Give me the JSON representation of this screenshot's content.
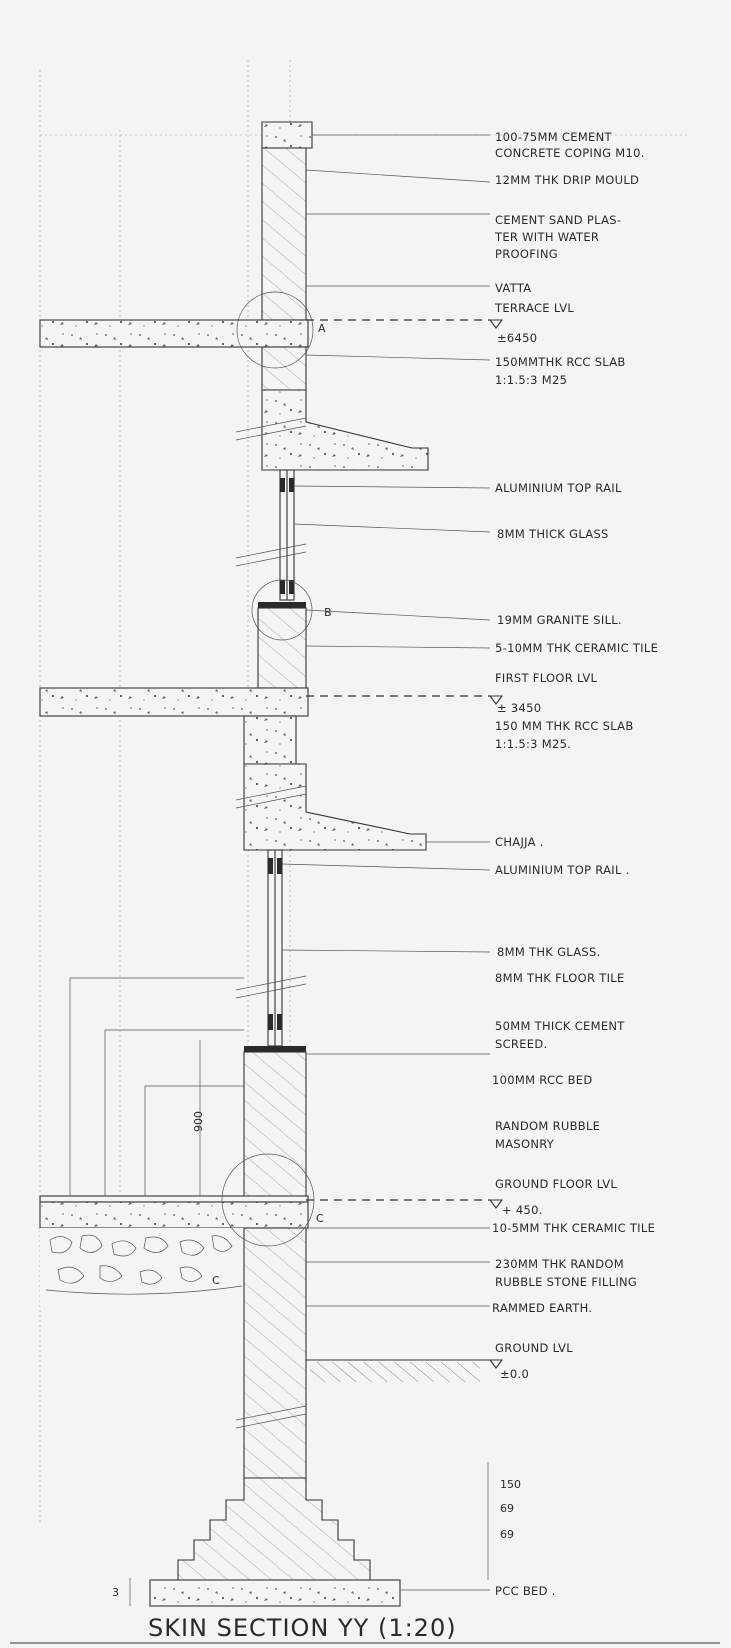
{
  "title": "SKIN SECTION YY (1:20)",
  "labels": [
    "100-75MM CEMENT",
    "CONCRETE COPING M10.",
    "12MM THK DRIP MOULD",
    "CEMENT SAND PLAS-",
    "TER WITH WATER",
    "PROOFING",
    "VATTA",
    "TERRACE LVL",
    "±6450",
    "150MMTHK RCC SLAB",
    "1:1.5:3 M25",
    "ALUMINIUM TOP RAIL",
    "8MM THICK GLASS",
    "19MM GRANITE SILL.",
    "5-10MM THK CERAMIC TILE",
    "FIRST FLOOR LVL",
    "± 3450",
    "150 MM THK RCC SLAB",
    "1:1.5:3 M25.",
    "CHAJJA .",
    "ALUMINIUM TOP RAIL .",
    "8MM THK GLASS.",
    "8MM THK FLOOR TILE",
    "50MM THICK CEMENT",
    "SCREED.",
    "100MM RCC BED",
    "RANDOM RUBBLE",
    "MASONRY",
    "GROUND FLOOR LVL",
    "+ 450.",
    "10-5MM THK CERAMIC TILE",
    "230MM THK RANDOM",
    "RUBBLE STONE FILLING",
    "RAMMED EARTH.",
    "GROUND LVL",
    "±0.0",
    "PCC BED ."
  ],
  "callouts": [
    "A",
    "B",
    "C",
    "C"
  ],
  "dimensions": [
    "900",
    "150",
    "69",
    "69",
    "3"
  ]
}
